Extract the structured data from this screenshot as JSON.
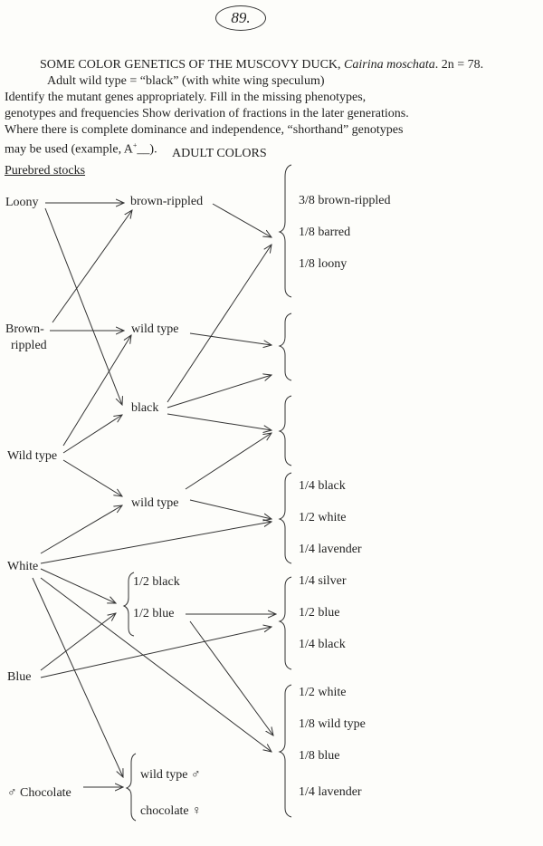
{
  "page_number": "89.",
  "header": {
    "title": "SOME COLOR GENETICS OF THE MUSCOVY DUCK,",
    "species": "Cairina moschata",
    "chromosomes": ". 2n = 78.",
    "wild_type_note": "Adult wild type = “black” (with white wing speculum)",
    "instructions": [
      "Identify the mutant genes appropriately.  Fill in the missing phenotypes,",
      "genotypes and frequencies Show derivation of fractions in the later generations.",
      "Where there is complete dominance and independence, “shorthand” genotypes",
      "may be used (example,  A",
      "__)."
    ],
    "superscript": "+",
    "section_title": "ADULT COLORS",
    "purebred_label": "Purebred stocks"
  },
  "stocks": [
    "Loony",
    "Brown-",
    "rippled",
    "Wild type",
    "White",
    "Blue",
    "♂ Chocolate"
  ],
  "f1": [
    "brown-rippled",
    "wild type",
    "black",
    "wild type",
    "1/2  black",
    "1/2  blue",
    "wild type ♂",
    "chocolate ♀"
  ],
  "f2_groups": [
    [
      "3/8  brown-rippled",
      "1/8  barred",
      "1/8  loony"
    ],
    [],
    [],
    [
      "1/4  black",
      "1/2  white",
      "1/4 lavender"
    ],
    [
      "1/4  silver",
      "1/2  blue",
      "1/4  black"
    ],
    [
      "1/2 white",
      "1/8  wild type",
      "1/8  blue",
      "1/4  lavender"
    ]
  ]
}
